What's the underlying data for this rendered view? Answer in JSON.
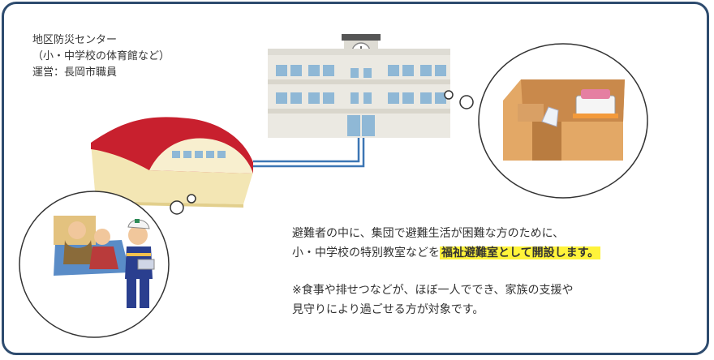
{
  "facility_label": {
    "line1": "地区防災センター",
    "line2": "（小・中学校の体育館など）",
    "line3": "運営：長岡市職員"
  },
  "description": {
    "line1": "避難者の中に、集団で避難生活が困難な方のために、",
    "line2_prefix": "小・中学校の特別教室などを",
    "line2_highlight": "福祉避難室として開設します。",
    "note_line1": "※食事や排せつなどが、ほぼ一人ででき、家族の支援や",
    "note_line2": "見守りにより過ごせる方が対象です。"
  },
  "colors": {
    "frame": "#2d4b6e",
    "highlight": "#fff33a",
    "gym_roof": "#c8202e",
    "gym_wall": "#f3e6b4",
    "school_wall": "#ebe9e2",
    "window": "#8fb8d6",
    "connector": "#3c76b4",
    "box": "#e3a866"
  }
}
